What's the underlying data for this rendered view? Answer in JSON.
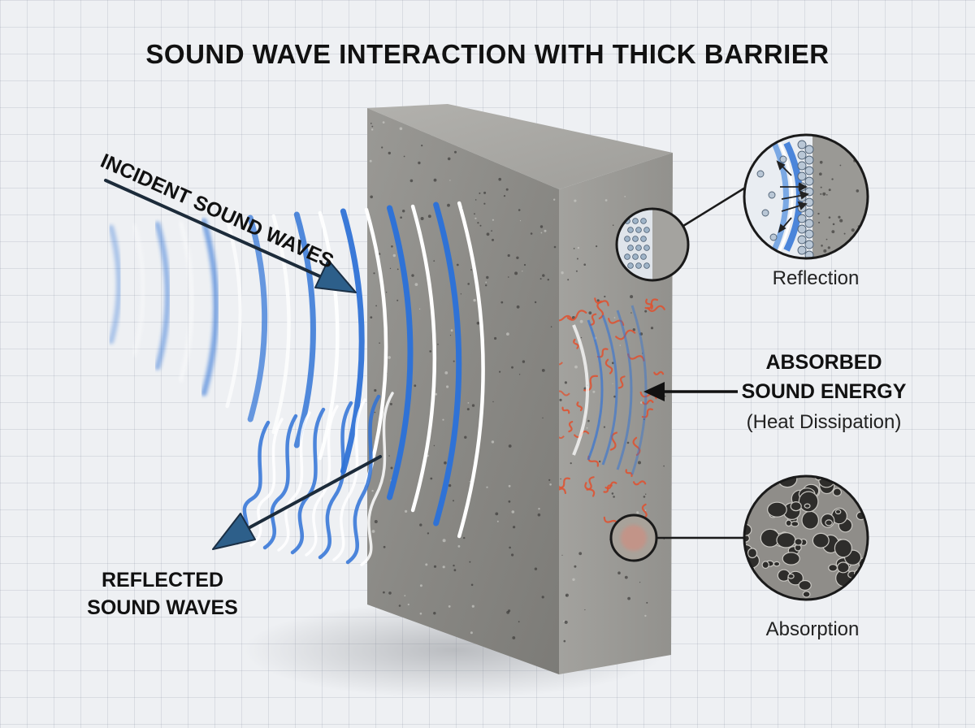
{
  "title": "SOUND WAVE INTERACTION WITH THICK BARRIER",
  "labels": {
    "incident": "INCIDENT SOUND WAVES",
    "reflected_line1": "REFLECTED",
    "reflected_line2": "SOUND WAVES",
    "absorbed_line1": "ABSORBED",
    "absorbed_line2": "SOUND ENERGY",
    "absorbed_line3": "(Heat Dissipation)",
    "reflection": "Reflection",
    "absorption": "Absorption"
  },
  "colors": {
    "wave_blue": "#2f72d6",
    "wave_white": "#ffffff",
    "heat_red": "#e0502e",
    "arrow_fill": "#2d5f8a",
    "concrete": "#8d8c88"
  }
}
